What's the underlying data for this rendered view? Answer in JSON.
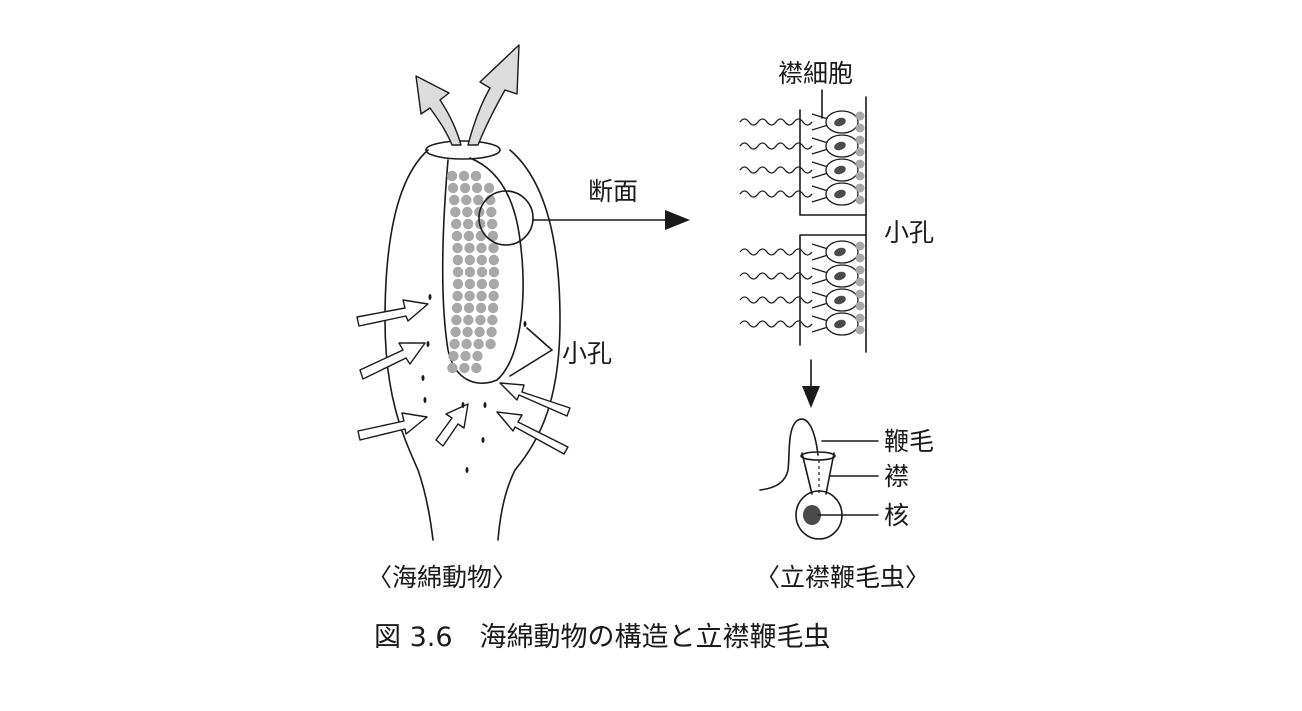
{
  "figure": {
    "caption": "図 3.6　海綿動物の構造と立襟鞭毛虫",
    "sponge": {
      "title": "〈海綿動物〉",
      "pore_label": "小孔",
      "section_label": "断面"
    },
    "section_detail": {
      "cell_label": "襟細胞",
      "pore_label": "小孔"
    },
    "choanoflagellate": {
      "title": "〈立襟鞭毛虫〉",
      "flagellum_label": "鞭毛",
      "collar_label": "襟",
      "nucleus_label": "核"
    }
  },
  "colors": {
    "line": "#1a1a1a",
    "cell_dot": "#a8a8a8",
    "nucleus": "#4a4a4a",
    "outflow_arrow": "#dcdcdc"
  }
}
